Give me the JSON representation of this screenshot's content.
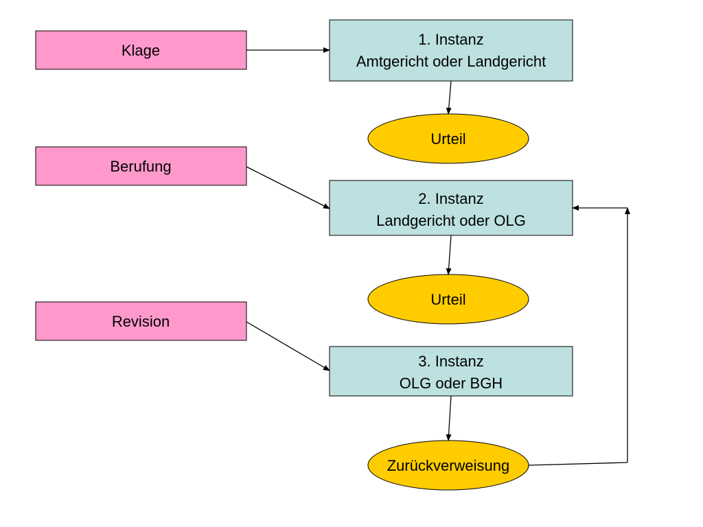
{
  "colors": {
    "action_fill": "#ff99cc",
    "court_fill": "#bde0e0",
    "result_fill": "#ffcc00",
    "stroke": "#000000"
  },
  "actions": {
    "klage": "Klage",
    "berufung": "Berufung",
    "revision": "Revision"
  },
  "courts": {
    "first": {
      "line1": "1. Instanz",
      "line2": "Amtgericht oder Landgericht"
    },
    "second": {
      "line1": "2. Instanz",
      "line2": "Landgericht oder OLG"
    },
    "third": {
      "line1": "3. Instanz",
      "line2": "OLG oder BGH"
    }
  },
  "results": {
    "urteil_1": "Urteil",
    "urteil_2": "Urteil",
    "zurueckverweisung": "Zurückverweisung"
  }
}
